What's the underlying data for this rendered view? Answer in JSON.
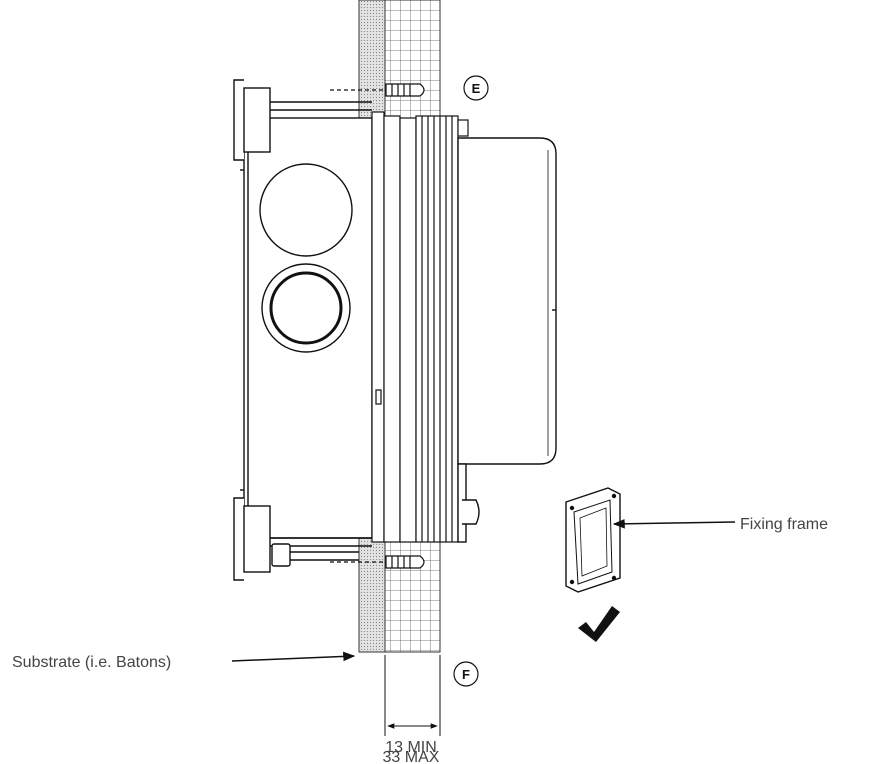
{
  "labels": {
    "fixing_frame": "Fixing frame",
    "substrate": "Substrate (i.e. Batons)",
    "callout_e": "E",
    "callout_f": "F",
    "dim_min": "13 MIN",
    "dim_max": "33 MAX"
  },
  "colors": {
    "line": "#111111",
    "text": "#444444",
    "grid": "#555555",
    "substrate_fill": "#d9d9d9"
  },
  "icons": {
    "check": "checkmark-icon"
  }
}
